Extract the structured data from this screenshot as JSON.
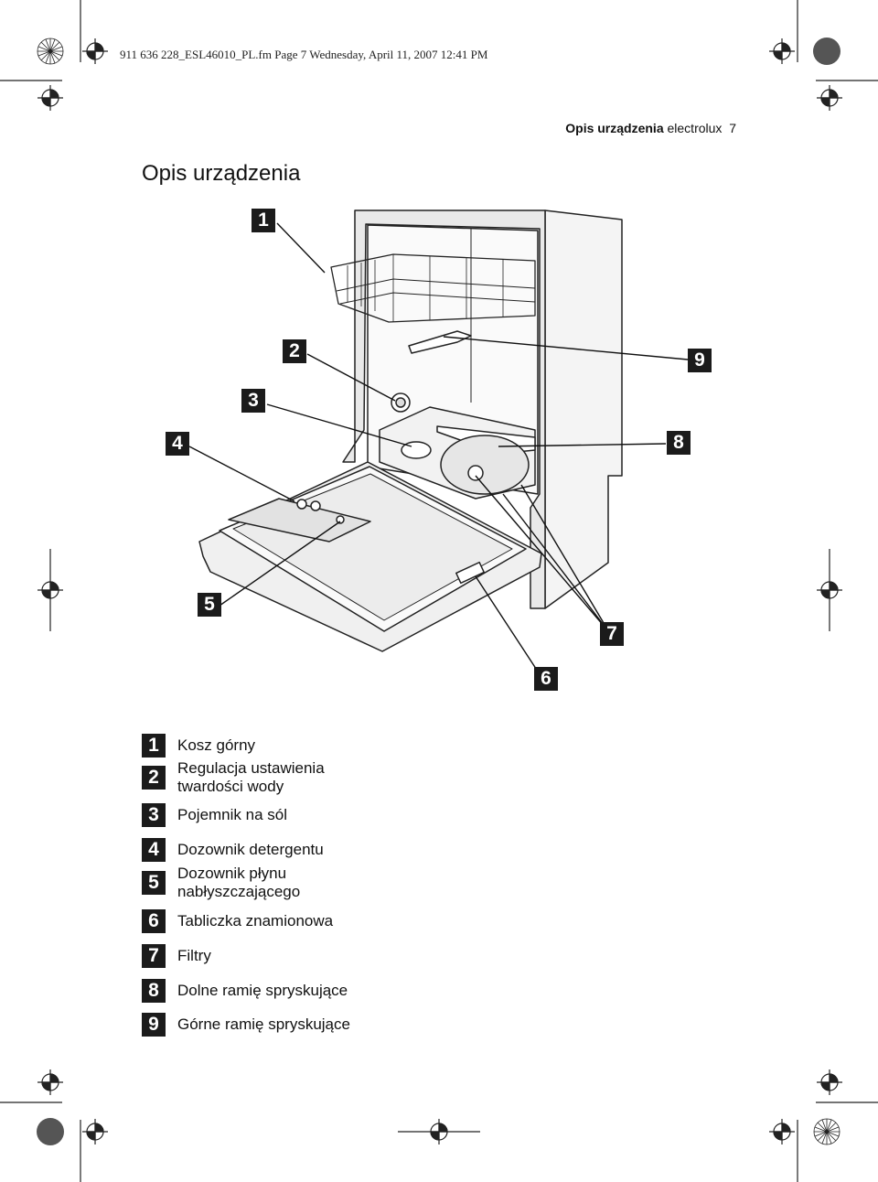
{
  "slug": "911 636 228_ESL46010_PL.fm  Page 7  Wednesday, April 11, 2007  12:41 PM",
  "running_header": {
    "title": "Opis urządzenia",
    "brand": "electrolux",
    "page": "7"
  },
  "page_title": "Opis urządzenia",
  "callouts": [
    "1",
    "2",
    "3",
    "4",
    "5",
    "6",
    "7",
    "8",
    "9"
  ],
  "legend": [
    {
      "num": "1",
      "text": "Kosz górny"
    },
    {
      "num": "2",
      "text": "Regulacja ustawienia twardości wody"
    },
    {
      "num": "3",
      "text": "Pojemnik na sól"
    },
    {
      "num": "4",
      "text": "Dozownik detergentu"
    },
    {
      "num": "5",
      "text": "Dozownik płynu nabłyszczającego"
    },
    {
      "num": "6",
      "text": "Tabliczka znamionowa"
    },
    {
      "num": "7",
      "text": "Filtry"
    },
    {
      "num": "8",
      "text": "Dolne ramię spryskujące"
    },
    {
      "num": "9",
      "text": "Górne ramię spryskujące"
    }
  ]
}
